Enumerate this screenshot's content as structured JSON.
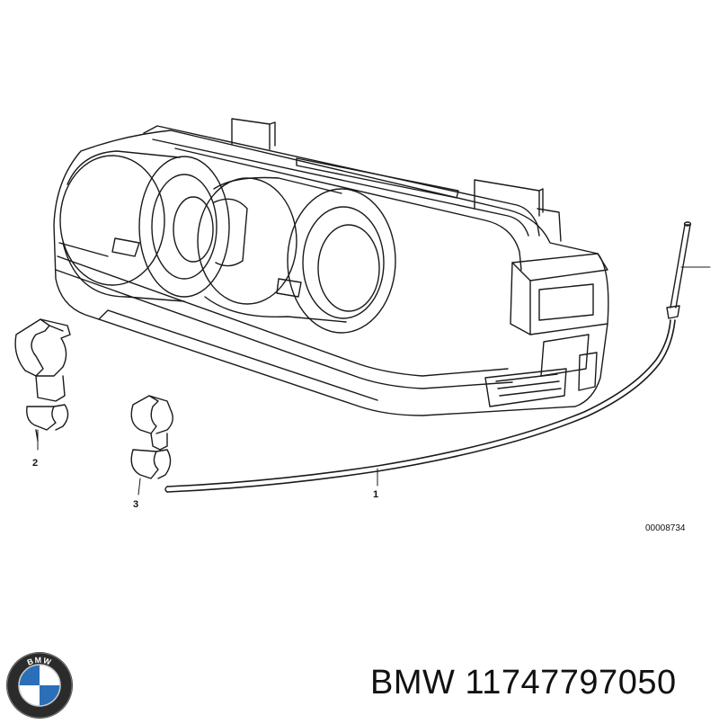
{
  "diagram": {
    "callouts": {
      "part1": "1",
      "part2": "2",
      "part3": "3"
    },
    "reference_code": "00008734"
  },
  "footer": {
    "brand": "BMW",
    "part_number": "11747797050",
    "logo_lettering": "BMW"
  },
  "colors": {
    "line": "#1a1a1a",
    "logo_blue": "#2a6fb7",
    "logo_black": "#111111",
    "logo_ring": "#2b2b2b"
  }
}
